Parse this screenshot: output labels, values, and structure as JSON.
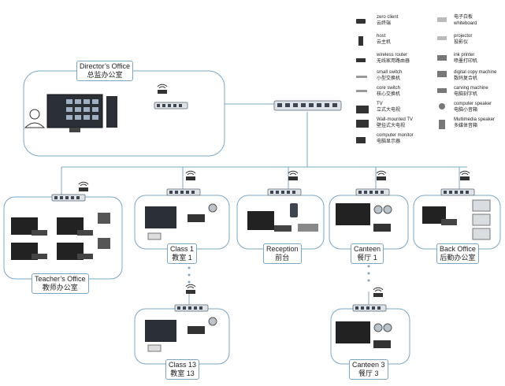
{
  "offices": {
    "director": {
      "en": "Director’s Office",
      "cn": "总监办公室"
    },
    "teacher": {
      "en": "Teacher’s Office",
      "cn": "教师办公室"
    },
    "class1": {
      "en": "Class 1",
      "cn": "教室 1"
    },
    "reception": {
      "en": "Reception",
      "cn": "前台"
    },
    "canteen1": {
      "en": "Canteen",
      "cn": "餐厅 1"
    },
    "back": {
      "en": "Back Office",
      "cn": "后勤办公室"
    },
    "class13": {
      "en": "Class 13",
      "cn": "教室 13"
    },
    "canteen3": {
      "en": "Canteen 3",
      "cn": "餐厅 3"
    }
  },
  "legend": [
    {
      "en": "zero client",
      "cn": "云终端",
      "icon": "zero-client-icon"
    },
    {
      "en": "电子白板",
      "cn": "whiteboard",
      "icon": "whiteboard-icon"
    },
    {
      "en": "host",
      "cn": "云主机",
      "icon": "host-icon"
    },
    {
      "en": "projector",
      "cn": "投影仪",
      "icon": "projector-icon"
    },
    {
      "en": "wireless router",
      "cn": "无线家用路由器",
      "icon": "wireless-router-icon"
    },
    {
      "en": "ink printer",
      "cn": "喷墨打印机",
      "icon": "ink-printer-icon"
    },
    {
      "en": "small switch",
      "cn": "小型交换机",
      "icon": "small-switch-icon"
    },
    {
      "en": "digital copy machine",
      "cn": "数码复合机",
      "icon": "copy-machine-icon"
    },
    {
      "en": "core switch",
      "cn": "核心交换机",
      "icon": "core-switch-icon"
    },
    {
      "en": "carving machine",
      "cn": "电脑刻字机",
      "icon": "carving-machine-icon"
    },
    {
      "en": "TV",
      "cn": "立式大电视",
      "icon": "tv-icon"
    },
    {
      "en": "computer speaker",
      "cn": "电脑小音箱",
      "icon": "computer-speaker-icon"
    },
    {
      "en": "Wall-mounted TV",
      "cn": "壁挂式大电视",
      "icon": "wall-tv-icon"
    },
    {
      "en": "Multimedia speaker",
      "cn": "多媒体音箱",
      "icon": "multimedia-speaker-icon"
    },
    {
      "en": "computer monitor",
      "cn": "电脑显示器",
      "icon": "monitor-icon"
    }
  ]
}
